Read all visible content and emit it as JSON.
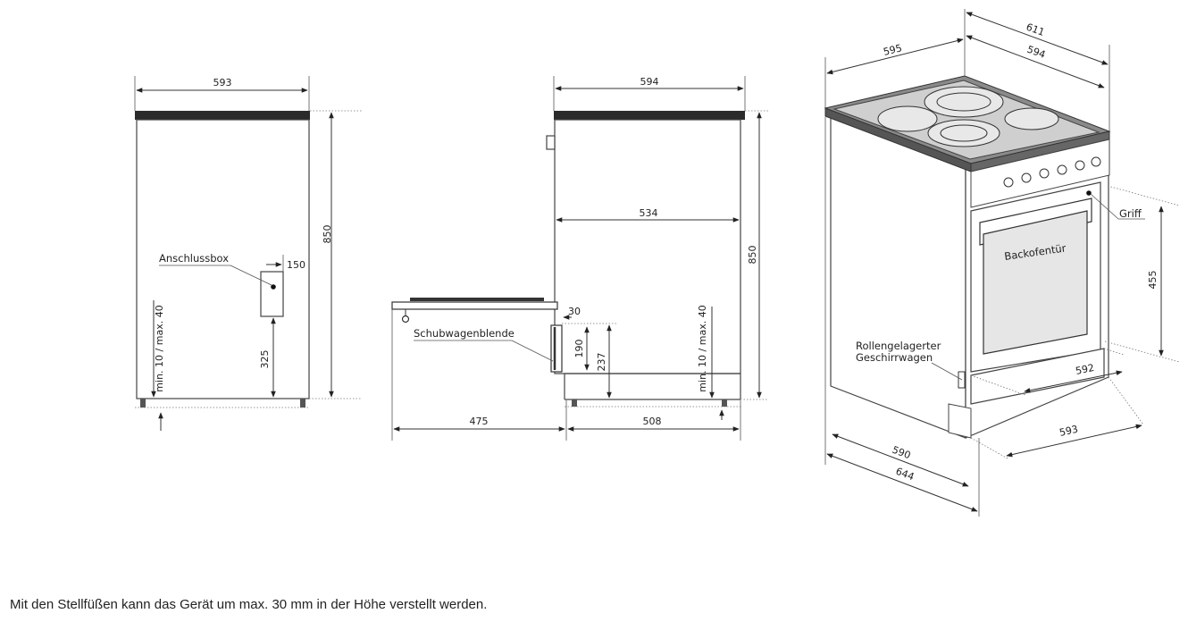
{
  "front_view": {
    "width_label": "593",
    "height_label": "850",
    "connection_box_label": "Anschlussbox",
    "box_offset_label": "150",
    "box_height_label": "325",
    "feet_label": "min. 10 / max. 40"
  },
  "side_view": {
    "width_label": "594",
    "height_label": "850",
    "depth_label": "534",
    "gap_label": "30",
    "panel_label": "Schubwagenblende",
    "panel_h1_label": "190",
    "panel_h2_label": "237",
    "trolley_label": "475",
    "base_label": "508",
    "feet_label": "min. 10 / max. 40"
  },
  "perspective_view": {
    "top_width_label": "595",
    "top_depth_outer_label": "611",
    "top_depth_label": "594",
    "handle_label": "Griff",
    "door_label": "Backofentür",
    "handle_height_label": "455",
    "trolley_label_line1": "Rollengelagerter",
    "trolley_label_line2": "Geschirrwagen",
    "trolley_width_label": "592",
    "bottom_right_label": "593",
    "bottom_depth_label": "590",
    "bottom_depth_outer_label": "644"
  },
  "caption": "Mit den Stellfüßen kann das Gerät um max. 30 mm in der Höhe verstellt werden."
}
